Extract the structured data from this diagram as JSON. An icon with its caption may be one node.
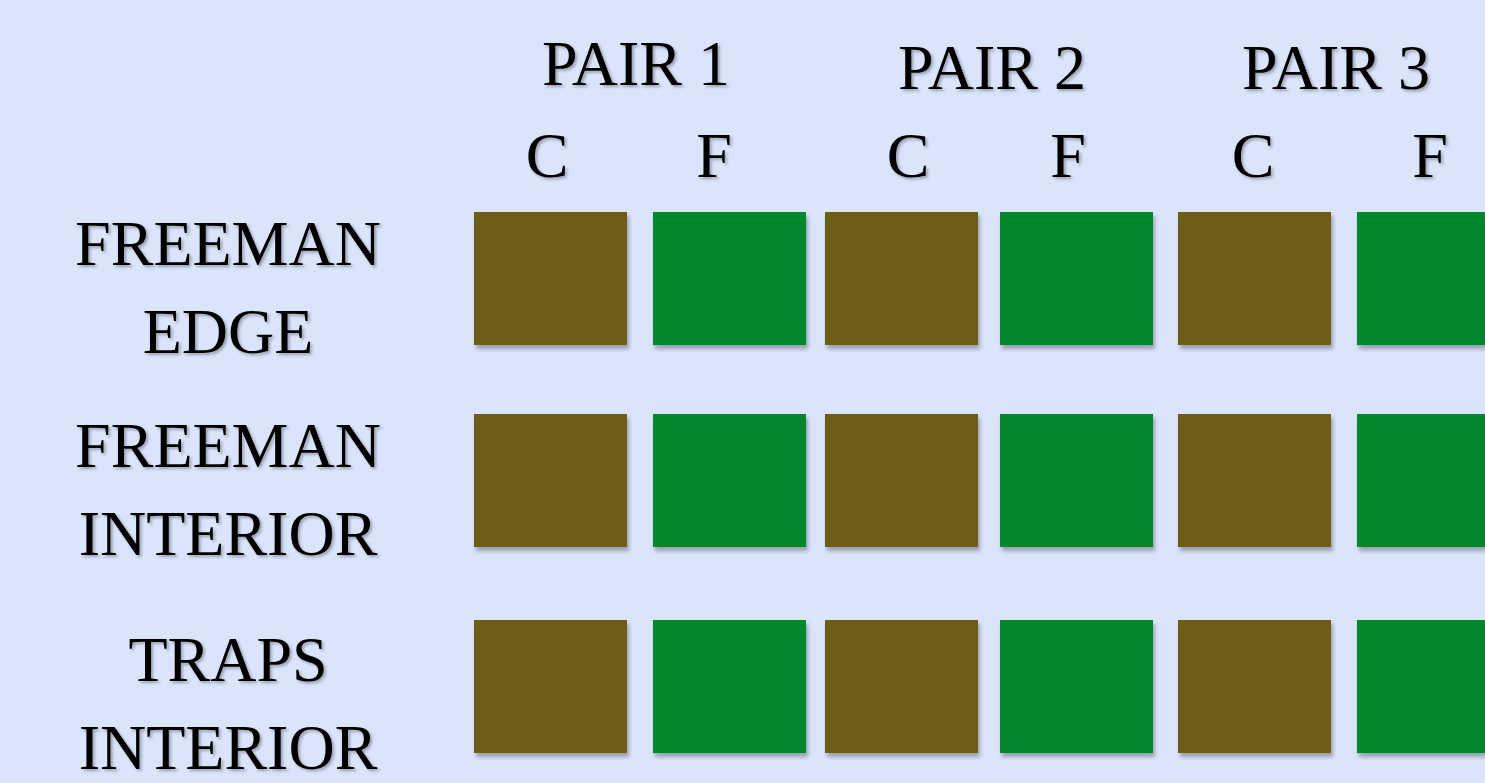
{
  "diagram": {
    "nodes": [
      {
        "text": [],
        "shape": "box"
      },
      {
        "text": [],
        "shape": "box"
      },
      {
        "text": [],
        "shape": "box"
      },
      {
        "text": [],
        "shape": "box"
      },
      {
        "text": [],
        "shape": "box"
      },
      {
        "text": [],
        "shape": "box"
      },
      {
        "text": [],
        "shape": "box"
      },
      {
        "text": [],
        "shape": "box"
      },
      {
        "text": [],
        "shape": "box"
      },
      {
        "text": [],
        "shape": "box"
      },
      {
        "text": [],
        "shape": "box"
      },
      {
        "text": [],
        "shape": "box"
      },
      {
        "text": [],
        "shape": "box"
      },
      {
        "text": [],
        "shape": "box"
      },
      {
        "text": [],
        "shape": "box"
      },
      {
        "text": [],
        "shape": "box"
      },
      {
        "text": [],
        "shape": "box"
      },
      {
        "text": [],
        "shape": "box"
      }
    ],
    "labels": [
      "PAIR 1",
      "PAIR 2",
      "PAIR 3",
      "C",
      "F",
      "C",
      "F",
      "C",
      "F",
      "FREEMAN EDGE",
      "FREEMAN INTERIOR",
      "TRAPS INTERIOR"
    ]
  }
}
